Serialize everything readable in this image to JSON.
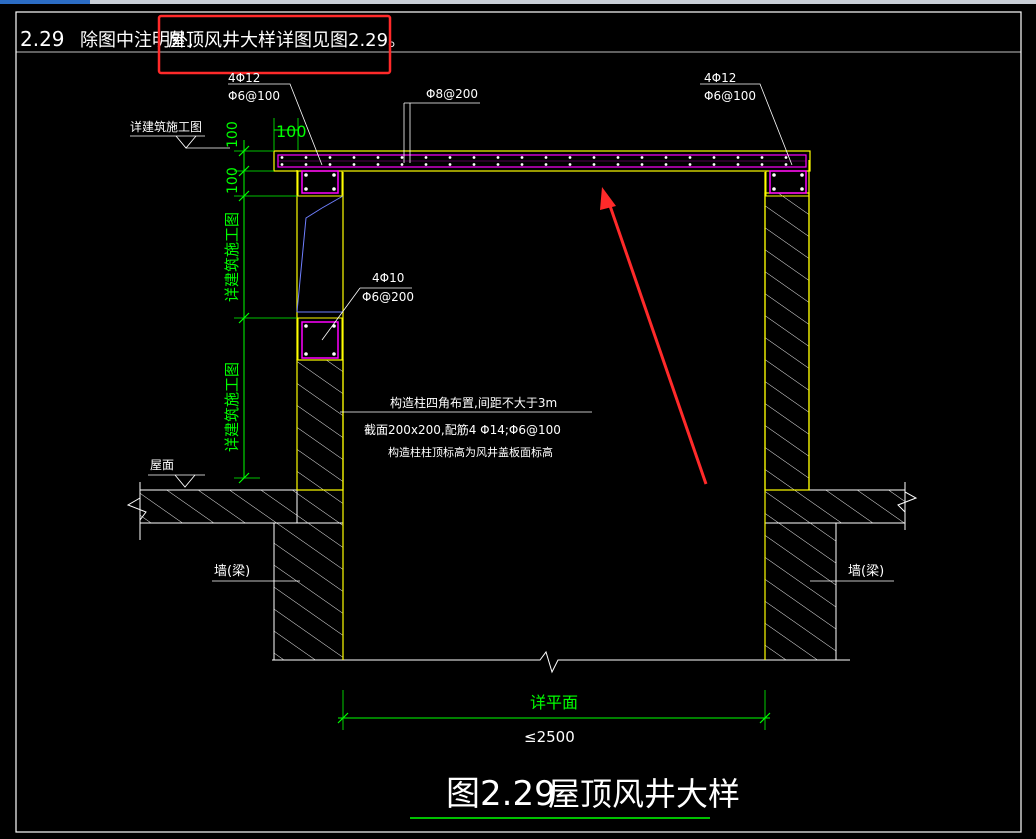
{
  "note": {
    "number": "2.29",
    "text_prefix": "除图中注明外,",
    "text_highlight": "屋顶风井大样详图见图2.29。"
  },
  "labels": {
    "rebar_left_main": "4Φ12",
    "rebar_left_stirrup": "Φ6@100",
    "rebar_slab": "Φ8@200",
    "rebar_right_main": "4Φ12",
    "rebar_right_stirrup": "Φ6@100",
    "dim_100_horizontal": "100",
    "dim_100_a": "100",
    "dim_100_b": "100",
    "arch_ref_top": "详建筑施工图",
    "arch_ref_mid": "详建筑施工图",
    "arch_ref_low": "详建筑施工图",
    "col_main": "4Φ10",
    "col_stirrup": "Φ6@200",
    "note_line1": "构造柱四角布置,间距不大于3m",
    "note_line2": "截面200x200,配筋4 Φ14;Φ6@100",
    "note_line3": "构造柱柱顶标高为风井盖板面标高",
    "roof_label": "屋面",
    "wall_left": "墙(梁)",
    "wall_right": "墙(梁)",
    "plan_ref": "详平面",
    "width_dim": "≤2500"
  },
  "title": {
    "figure": "图2.29",
    "name": "屋顶风井大样"
  },
  "colors": {
    "background": "#000000",
    "white": "#ffffff",
    "green": "#00ff00",
    "yellow": "#ffff00",
    "magenta": "#ff00ff",
    "blue": "#6f7fff",
    "red": "#ff2a2a"
  }
}
